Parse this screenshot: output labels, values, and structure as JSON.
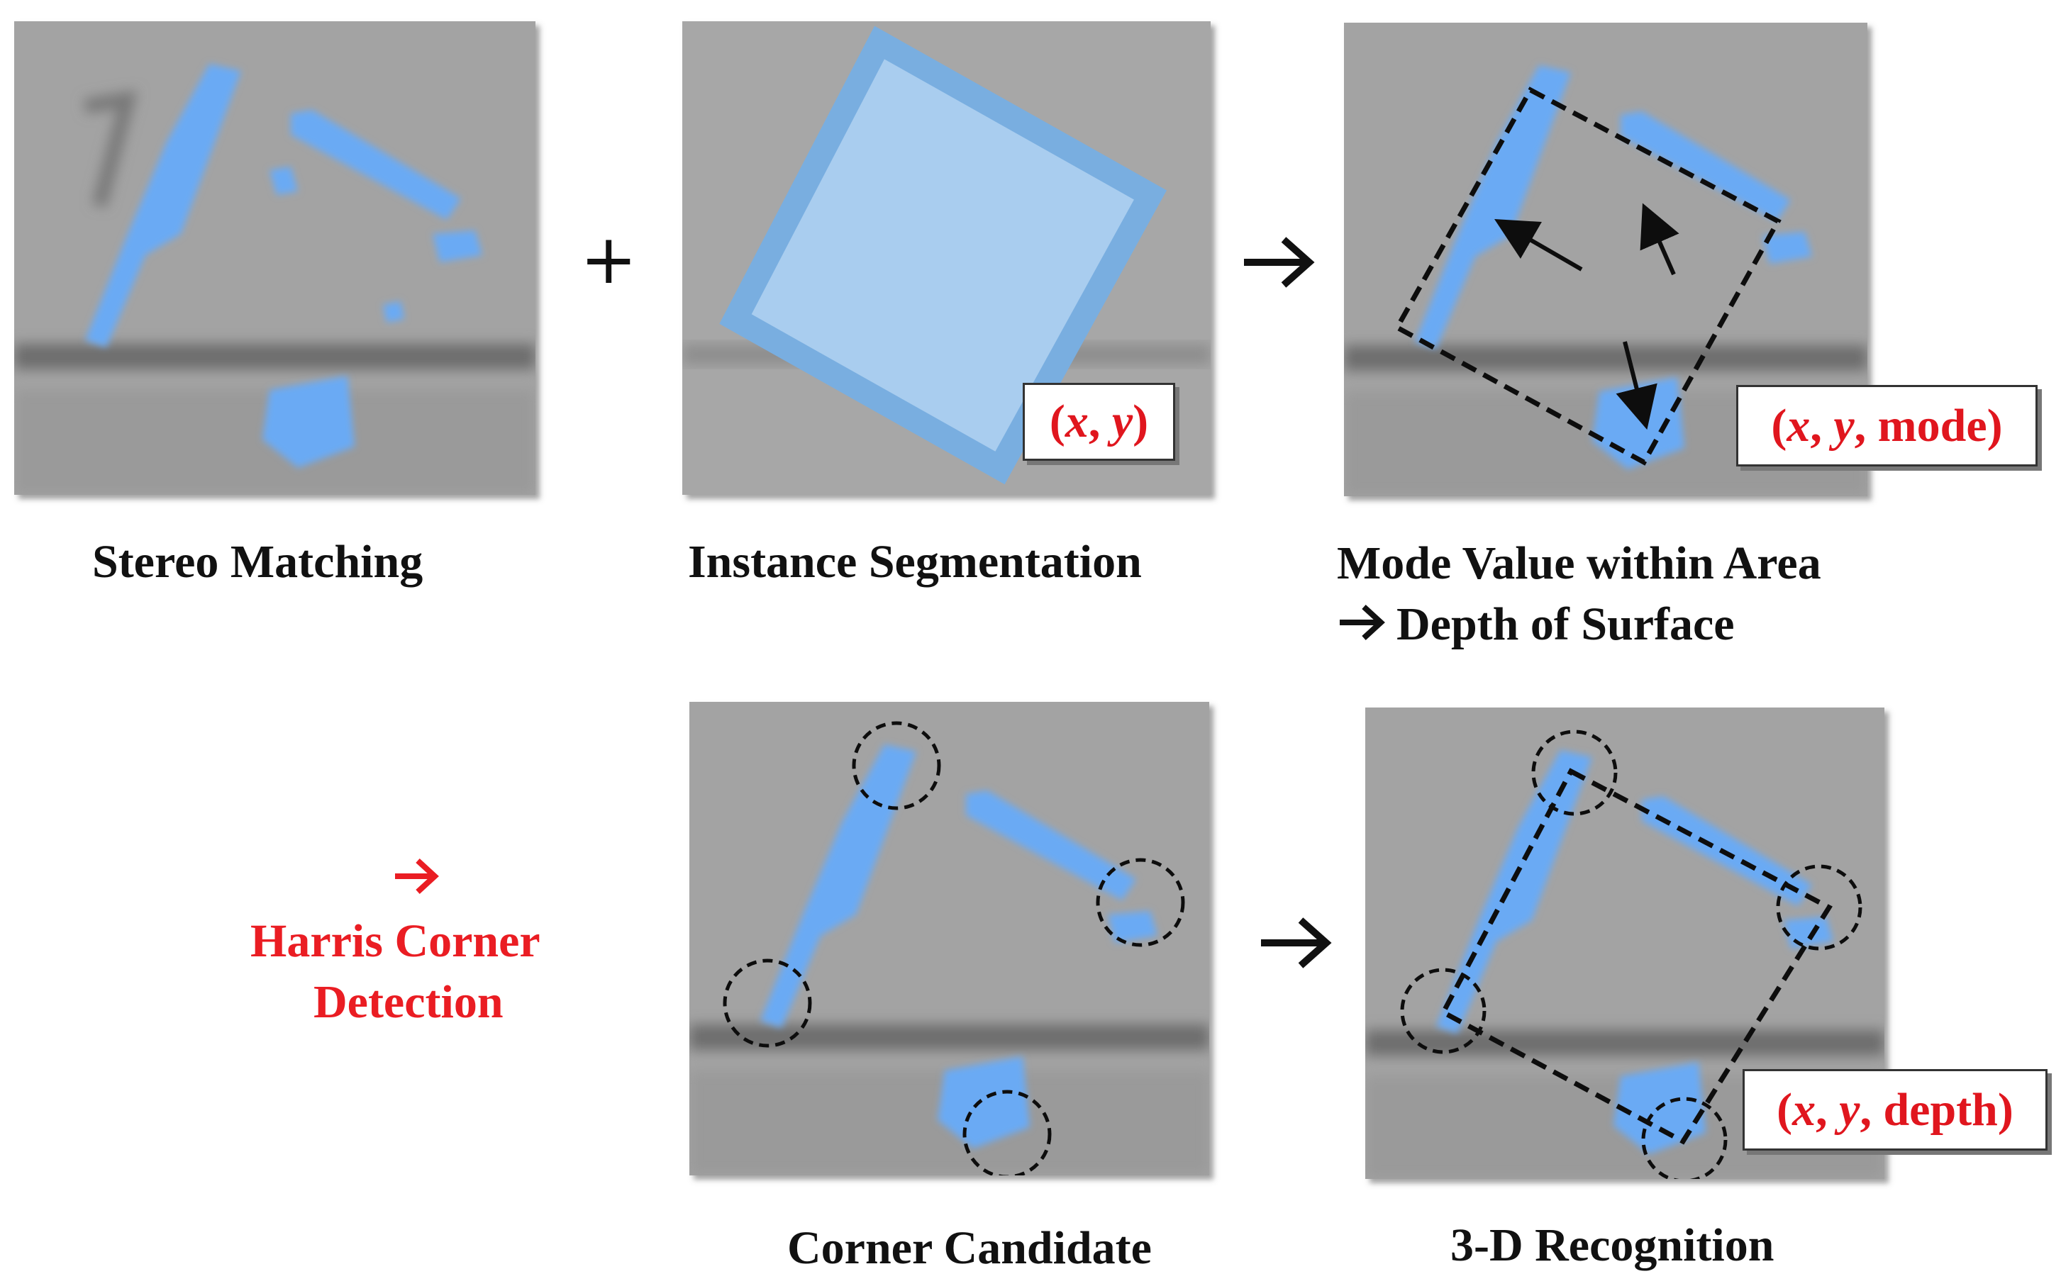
{
  "operator_plus": "+",
  "panels": {
    "stereo": {
      "caption": "Stereo Matching"
    },
    "segmentation": {
      "caption": "Instance Segmentation",
      "tag": {
        "open": "(",
        "x": "x",
        "comma1": ", ",
        "y": "y",
        "rest": ")"
      }
    },
    "mode": {
      "caption_line1": "Mode Value within Area",
      "caption_line2": "Depth of Surface",
      "tag": {
        "open": "(",
        "x": "x",
        "comma1": ", ",
        "y": "y",
        "rest": ", mode)"
      }
    },
    "harris": {
      "line1": "Harris Corner",
      "line2": "Detection"
    },
    "corner": {
      "caption": "Corner Candidate"
    },
    "recognition": {
      "caption": "3-D Recognition",
      "tag": {
        "open": "(",
        "x": "x",
        "comma1": ", ",
        "y": "y",
        "rest": ", depth)"
      }
    }
  },
  "colors": {
    "background_gray": "#a3a3a3",
    "shelf_gray": "#6f6f6f",
    "disparity_blue": "#6aaaf4",
    "segmentation_fill": "#a9cdef",
    "segmentation_border": "#79aee0",
    "tag_red": "#e0161e",
    "harris_red": "#ea1d23"
  }
}
